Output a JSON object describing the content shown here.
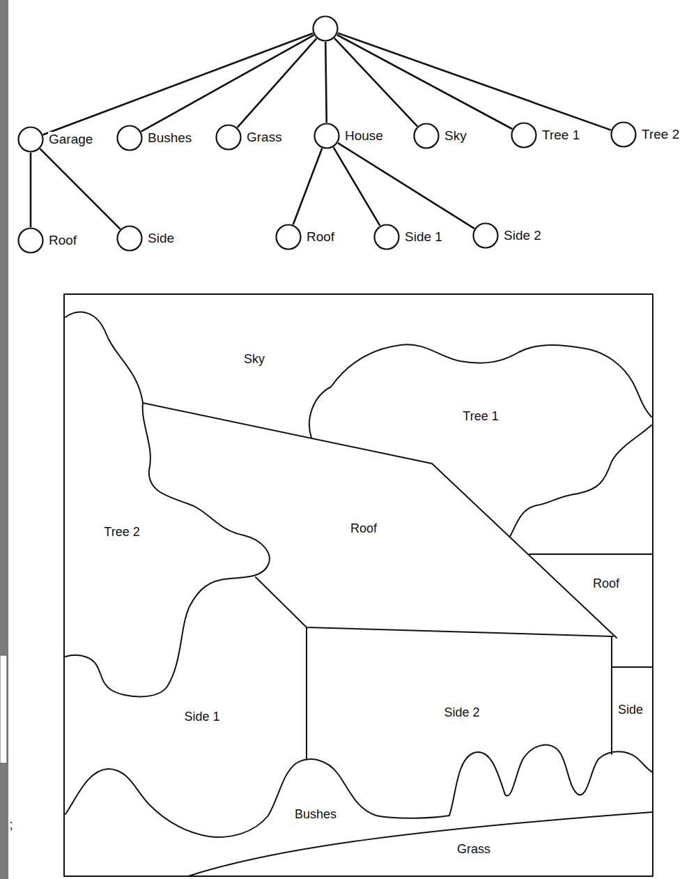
{
  "diagram": {
    "nodes": [
      {
        "text": []
      },
      {
        "text": [
          "Garage"
        ],
        "in": 0
      },
      {
        "text": [
          "Bushes"
        ],
        "in": 0
      },
      {
        "text": [
          "Grass"
        ],
        "in": 0
      },
      {
        "text": [
          "House"
        ],
        "in": 0
      },
      {
        "text": [
          "Sky"
        ],
        "in": 0
      },
      {
        "text": [
          "Tree 1"
        ],
        "in": 0
      },
      {
        "text": [
          "Tree 2"
        ],
        "in": 0
      },
      {
        "text": [
          "Roof"
        ],
        "in": 1
      },
      {
        "text": [
          "Side"
        ],
        "in": 1
      },
      {
        "text": [
          "Roof"
        ],
        "in": 4
      },
      {
        "text": [
          "Side 1"
        ],
        "in": 4
      },
      {
        "text": [
          "Side 2"
        ],
        "in": 4
      }
    ],
    "edges": [
      {
        "from": 0,
        "to": 1,
        "arrow": "none"
      },
      {
        "from": 0,
        "to": 2,
        "arrow": "none"
      },
      {
        "from": 0,
        "to": 3,
        "arrow": "none"
      },
      {
        "from": 0,
        "to": 4,
        "arrow": "none"
      },
      {
        "from": 0,
        "to": 5,
        "arrow": "none"
      },
      {
        "from": 0,
        "to": 6,
        "arrow": "none"
      },
      {
        "from": 0,
        "to": 7,
        "arrow": "none"
      },
      {
        "from": 1,
        "to": 8,
        "arrow": "none"
      },
      {
        "from": 1,
        "to": 9,
        "arrow": "none"
      },
      {
        "from": 4,
        "to": 10,
        "arrow": "none"
      },
      {
        "from": 4,
        "to": 11,
        "arrow": "none"
      },
      {
        "from": 4,
        "to": 12,
        "arrow": "none"
      }
    ],
    "labels": [
      "Sky",
      "Tree 1",
      "Tree 2",
      "Roof",
      "Roof",
      "Side 1",
      "Side 2",
      "Side",
      "Bushes",
      "Grass",
      ";"
    ]
  }
}
